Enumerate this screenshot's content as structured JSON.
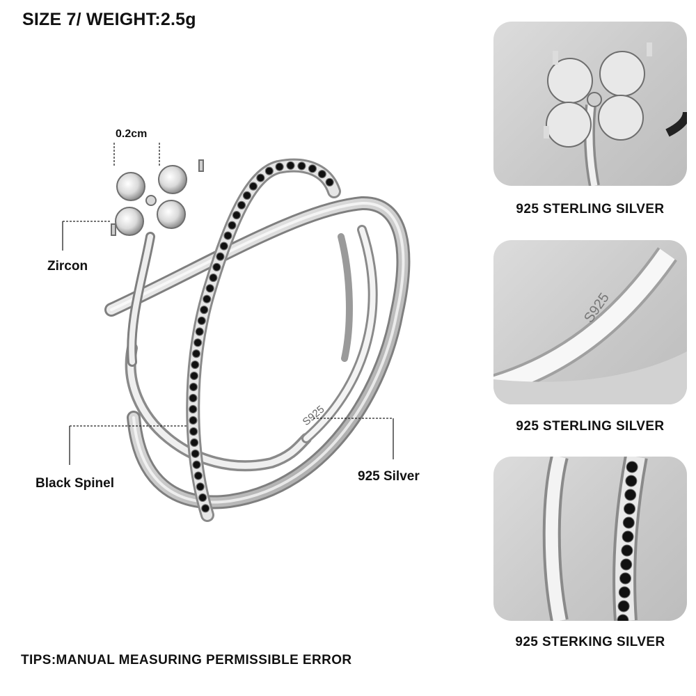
{
  "header": {
    "title": "SIZE 7/ WEIGHT:2.5g"
  },
  "main": {
    "measurement_label": "0.2cm",
    "callouts": {
      "zircon": "Zircon",
      "black_spinel": "Black Spinel",
      "silver": "925 Silver"
    },
    "engraving": "S925"
  },
  "panels": [
    {
      "caption": "925 STERLING SILVER"
    },
    {
      "caption": "925 STERLING SILVER",
      "engraving": "S925"
    },
    {
      "caption": "925 STERKING SILVER"
    }
  ],
  "footer": {
    "tips": "TIPS:MANUAL MEASURING PERMISSIBLE  ERROR"
  },
  "colors": {
    "silver": "#e9e9e9",
    "spinel": "#111111",
    "panel_bg": "#cfcfcf"
  }
}
